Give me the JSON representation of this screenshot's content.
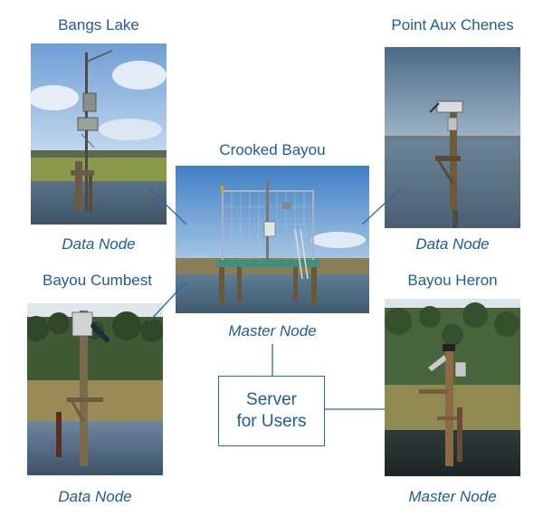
{
  "stations": {
    "bangs_lake": {
      "title": "Bangs Lake",
      "caption": "Data Node"
    },
    "point_aux_chenes": {
      "title": "Point Aux Chenes",
      "caption": "Data Node"
    },
    "crooked_bayou": {
      "title": "Crooked Bayou",
      "caption": "Master Node"
    },
    "bayou_cumbest": {
      "title": "Bayou Cumbest",
      "caption": "Data Node"
    },
    "bayou_heron": {
      "title": "Bayou Heron",
      "caption": "Master Node"
    }
  },
  "server": {
    "line1": "Server",
    "line2": "for Users"
  },
  "colors": {
    "text": "#1f5d8c",
    "connector": "#2a6a9e"
  }
}
